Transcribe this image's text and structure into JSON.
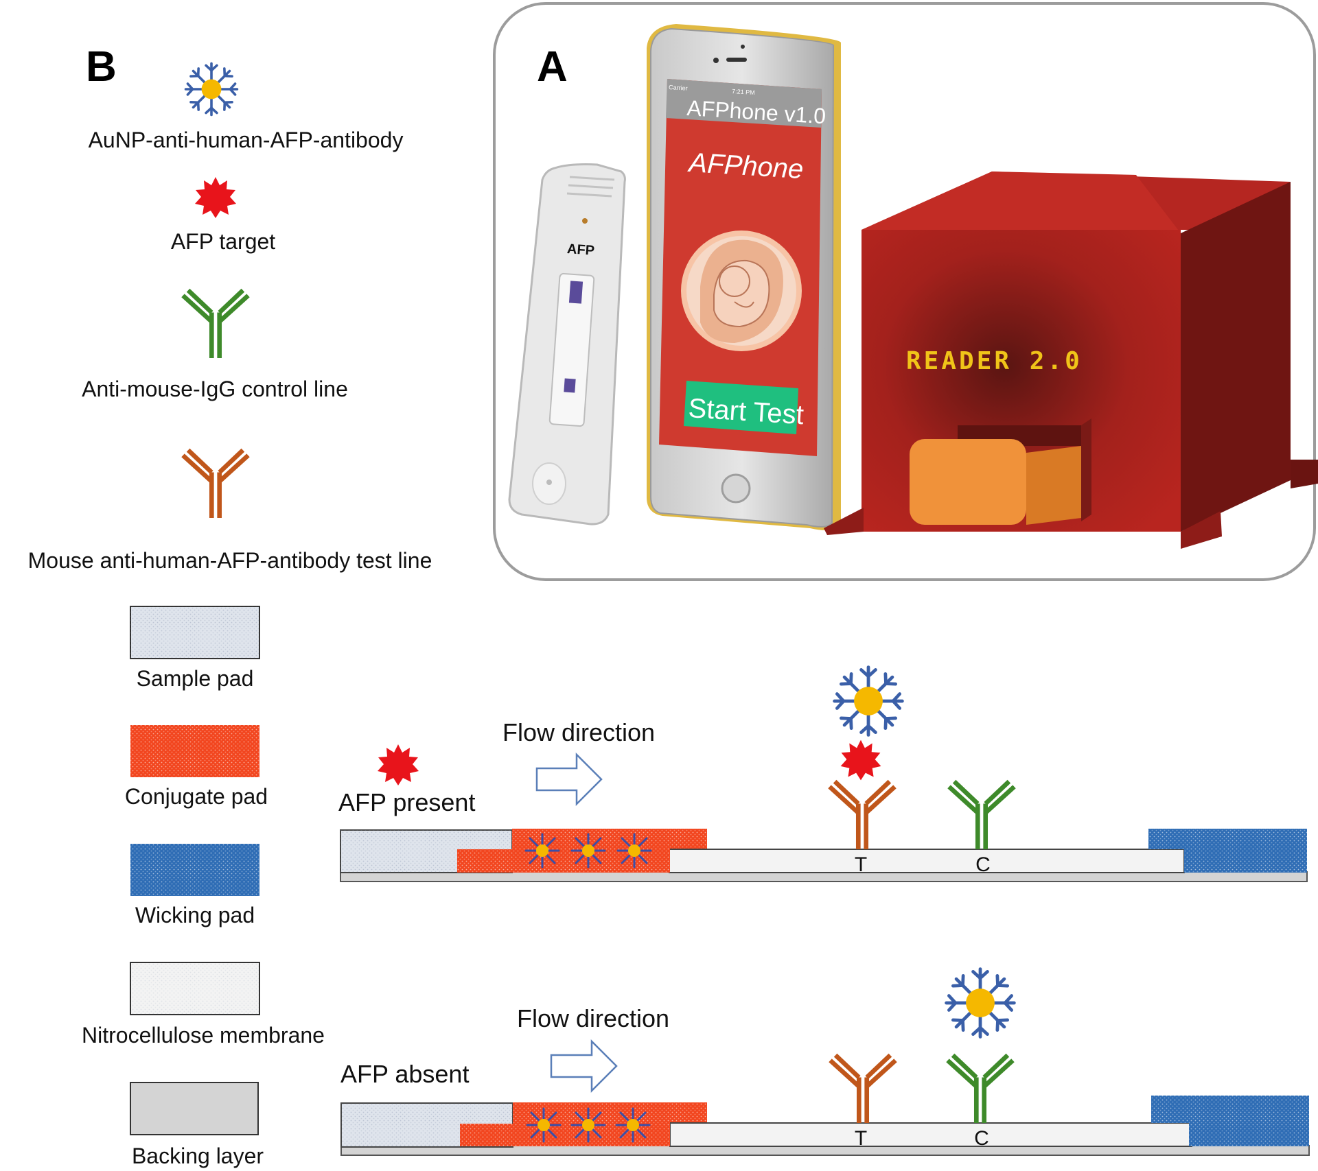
{
  "panels": {
    "a_letter": "A",
    "b_letter": "B"
  },
  "legend_b": {
    "aunp": "AuNP-anti-human-AFP-antibody",
    "afp_target": "AFP target",
    "control_line": "Anti-mouse-IgG control line",
    "test_line": "Mouse anti-human-AFP-antibody test line"
  },
  "device": {
    "cassette_label": "AFP",
    "phone_status_left": "Carrier",
    "phone_status_time": "7:21 PM",
    "app_header": "AFPhone v1.0",
    "app_title": "AFPhone",
    "start_button": "Start Test",
    "reader_label": "READER 2.0"
  },
  "materials": {
    "sample_pad": "Sample pad",
    "conjugate_pad": "Conjugate pad",
    "wicking_pad": "Wicking pad",
    "membrane": "Nitrocellulose membrane",
    "backing": "Backing layer"
  },
  "strips": {
    "flow_label": "Flow direction",
    "present_label": "AFP present",
    "absent_label": "AFP absent",
    "test_line_letter": "T",
    "control_line_letter": "C"
  },
  "colors": {
    "antibody_aunp": "#3a5fa8",
    "gold_core": "#f5b800",
    "afp_target": "#e8141b",
    "control_antibody": "#3e8a2a",
    "test_antibody": "#c0561a",
    "sample_pad": "#dfe4ec",
    "conjugate_pad": "#f2461f",
    "wicking_pad": "#2f6db5",
    "membrane": "#f3f3f3",
    "backing": "#d4d4d4",
    "reader_body": "#a8201c",
    "phone_screen": "#cf3a2f",
    "start_button": "#1fbf7f"
  },
  "icons": [
    "aunp-icon",
    "afp-target-icon",
    "y-antibody-icon",
    "arrow-right-icon",
    "fetus-icon"
  ]
}
